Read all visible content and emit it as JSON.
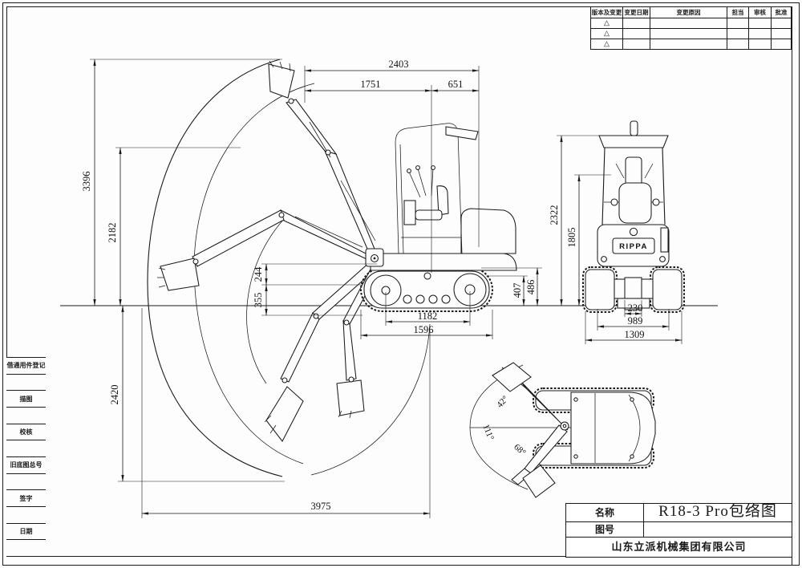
{
  "colors": {
    "line": "#1a1a1a",
    "background": "#fdfdfd"
  },
  "revision_table": {
    "headers": [
      "版本及变更",
      "变更日期",
      "变更原因",
      "担当",
      "审核",
      "批准"
    ],
    "rows": [
      {
        "mark": "△"
      },
      {
        "mark": "△"
      },
      {
        "mark": "△"
      }
    ]
  },
  "sidebar": {
    "labels": [
      "借通用件登记",
      "描图",
      "校核",
      "旧底图总号",
      "签字",
      "日期"
    ]
  },
  "title_block": {
    "name_label": "名称",
    "name_value": "R18-3 Pro包络图",
    "drawing_no_label": "图号",
    "drawing_no_value": "",
    "company": "山东立派机械集团有限公司"
  },
  "brand": "RIPPA",
  "dims": {
    "d2403": "2403",
    "d1751": "1751",
    "d651": "651",
    "d3396": "3396",
    "d2182": "2182",
    "d244": "244",
    "d355": "355",
    "d2420": "2420",
    "d3975": "3975",
    "d1182": "1182",
    "d1596": "1596",
    "d407": "407",
    "d486": "486",
    "d2322": "2322",
    "d1805": "1805",
    "d230": "230",
    "d989": "989",
    "d1309": "1309"
  },
  "angles": {
    "a42": "42°",
    "a111": "111°",
    "a68": "68°"
  }
}
